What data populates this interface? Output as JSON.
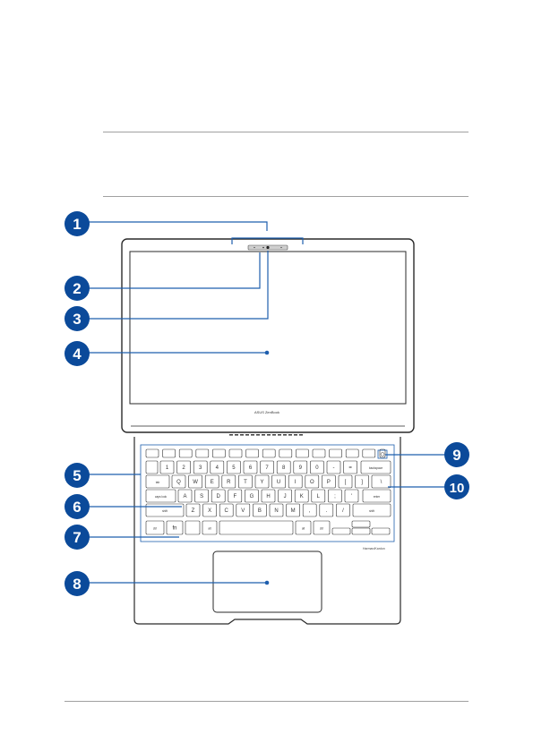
{
  "callouts": [
    {
      "number": "1"
    },
    {
      "number": "2"
    },
    {
      "number": "3"
    },
    {
      "number": "4"
    },
    {
      "number": "5"
    },
    {
      "number": "6"
    },
    {
      "number": "7"
    },
    {
      "number": "8"
    },
    {
      "number": "9"
    },
    {
      "number": "10"
    }
  ],
  "laptop": {
    "brand": "ASUS ZenBook",
    "deck_text": "Harman/Kardon"
  },
  "keyboard": {
    "row1": [
      "1",
      "2",
      "3",
      "4",
      "5",
      "6",
      "7",
      "8",
      "9",
      "0",
      "-",
      "=",
      "backspace"
    ],
    "row2": [
      "Q",
      "W",
      "E",
      "R",
      "T",
      "Y",
      "U",
      "I",
      "O",
      "P",
      "[",
      "]",
      "\\"
    ],
    "row3": [
      "A",
      "S",
      "D",
      "F",
      "G",
      "H",
      "J",
      "K",
      "L",
      ";",
      "'",
      "enter"
    ],
    "row4": [
      "Z",
      "X",
      "C",
      "V",
      "B",
      "N",
      "M",
      ",",
      ".",
      "/",
      "shift"
    ],
    "mod_left": [
      "tab",
      "caps lock",
      "shift",
      "ctrl",
      "fn",
      "alt"
    ],
    "mod_right": [
      "alt",
      "ctrl"
    ]
  },
  "colors": {
    "callout_fill": "#0b4a9a",
    "leader": "#1f5fae",
    "outline": "#2a2a2a"
  }
}
